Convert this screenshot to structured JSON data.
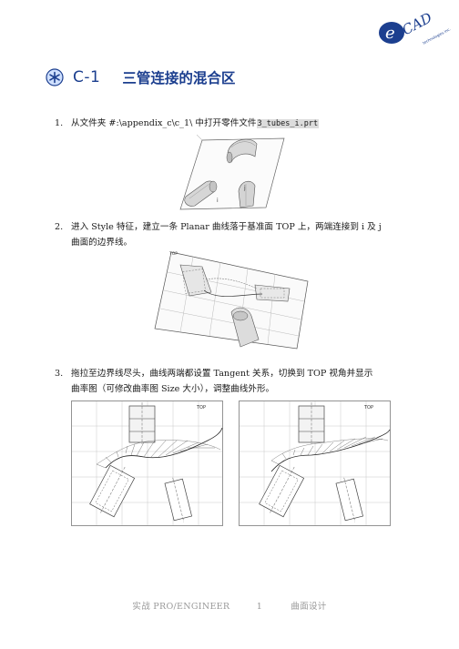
{
  "header": {
    "logo_text": "eCAD",
    "logo_subtext": "technologies inc."
  },
  "title": {
    "chapter": "C-1",
    "text": "三管连接的混合区"
  },
  "steps": [
    {
      "num": "1.",
      "text_before": "从文件夹 #:\\appendix_c\\c_1\\ 中打开零件文件",
      "filename": "3_tubes_i.prt"
    },
    {
      "num": "2.",
      "line1": "进入 Style 特征，建立一条 Planar 曲线落于基准面 TOP 上，两端连接到 i 及 j",
      "line2": "曲面的边界线。"
    },
    {
      "num": "3.",
      "line1": "拖拉至边界线尽头，曲线两端都设置 Tangent 关系，切换到 TOP 视角并显示",
      "line2": "曲率图（可修改曲率图 Size 大小），调整曲线外形。"
    }
  ],
  "figures": {
    "fig1_label_left": "i",
    "fig1_label_right": "j",
    "fig2_label": "TOP",
    "fig3_left_label": "TOP",
    "fig3_right_label": "TOP"
  },
  "footer": {
    "book": "实战 PRO/ENGINEER",
    "page": "1",
    "section": "曲面设计"
  }
}
